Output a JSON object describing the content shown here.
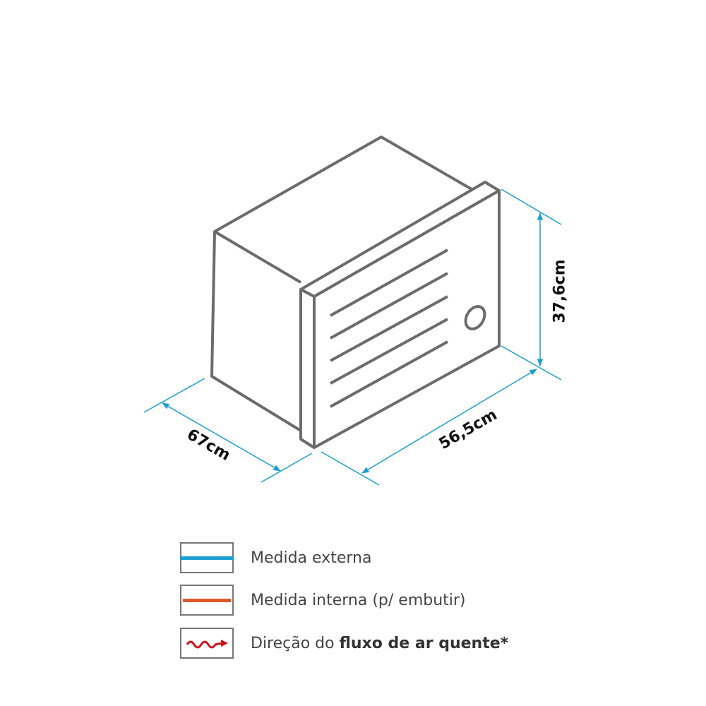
{
  "dimensions": {
    "height": "37,6cm",
    "depth": "67cm",
    "width": "56,5cm"
  },
  "legend": [
    {
      "label": "Medida externa",
      "color": "#1a9fd0"
    },
    {
      "label": "Medida interna (p/ embutir)",
      "color": "#e0592a"
    },
    {
      "label_regular": "Direção do",
      "label_bold": "fluxo de ar quente*",
      "color": "#d0121b",
      "icon": "wavy-arrow-icon"
    }
  ],
  "colors": {
    "outline": "#6b6b6b",
    "dimension": "#1a9fd0"
  }
}
